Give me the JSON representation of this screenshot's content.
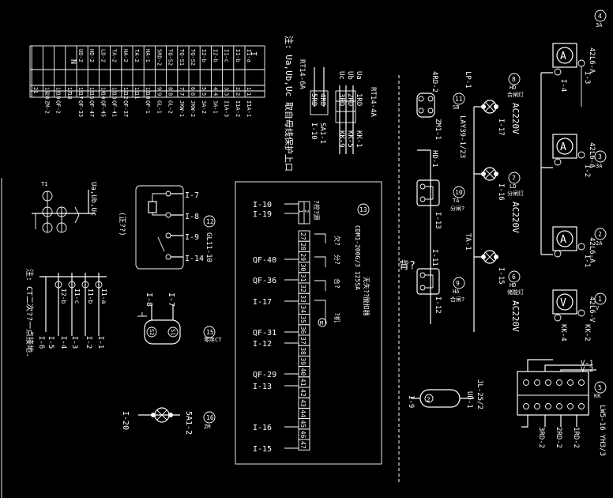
{
  "diagram": {
    "page_title": "背?",
    "meters": [
      {
        "num": "4",
        "type": "3A",
        "model": "42L6-A",
        "sym": "A",
        "t1": "I-3",
        "t2": "I-4"
      },
      {
        "num": "3",
        "type": "3A",
        "model": "42L6-A",
        "sym": "A",
        "t1": "I-2"
      },
      {
        "num": "2",
        "type": "2A",
        "model": "42L6-A",
        "sym": "A",
        "t1": "I-1"
      },
      {
        "num": "1",
        "type": "V",
        "model": "42L6-V",
        "sym": "V",
        "t1": "KK-2",
        "t2": "KK-4"
      }
    ],
    "lamps": [
      {
        "num": "8",
        "type": "HD",
        "desc": "合闸灯",
        "voltage": "AC220V",
        "left": "LP-1",
        "right": "I-17"
      },
      {
        "num": "7",
        "type": "LD",
        "desc": "分闸灯",
        "voltage": "AC220V",
        "right": "I-16"
      },
      {
        "num": "6",
        "type": "HD",
        "desc": "储能灯",
        "voltage": "AC220V",
        "left": "TA-1",
        "right": "I-15"
      }
    ],
    "buttons": [
      {
        "num": "11",
        "type": "SB",
        "model": "LAY39-1/23",
        "left": "4RD-2",
        "right": "ZM1-1"
      },
      {
        "num": "10",
        "type": "TA",
        "desc": "分闸?",
        "left": "HD-1",
        "right": "I-13"
      },
      {
        "num": "9",
        "type": "HA",
        "desc": "合闸?",
        "left": "I-11",
        "right": "I-12"
      }
    ],
    "switch_lw5": {
      "num": "5",
      "type": "KK",
      "model": "LW5-16 YH3/3",
      "v1": "V-1",
      "v2": "V-2",
      "b1": "1RD-2",
      "b2": "2RD-2",
      "b3": "3RD-2"
    },
    "switch_jl": {
      "model": "JL-25/2",
      "t1": "I-9",
      "t2": "UD-1"
    },
    "relay": {
      "num": "12",
      "model": "GL11-10",
      "terms": [
        "I-7",
        "I-8",
        "I-9",
        "I-14"
      ],
      "note": "(正??)"
    },
    "ct": {
      "num": "15",
      "type": "CT",
      "desc": "零序CT",
      "t1": "I-8",
      "t2": "I-7",
      "s1": "S1",
      "s2": "S2"
    },
    "lamp16": {
      "num": "16",
      "type": "ZM",
      "t1": "I-20",
      "t2": "5A1-2"
    },
    "tag_on_ct": "Ua,Ub,Uc",
    "ct_wires": [
      "I1-a",
      "I1-b",
      "I1-c",
      "I2-b"
    ],
    "ct_labels": [
      "I-1",
      "I-2",
      "I-3",
      "I-4",
      "I-5",
      "I-6"
    ],
    "ct_note": "注: CT二次??一点接地.",
    "fuses": {
      "title": "RT14-4A",
      "title2": "RT14-6A",
      "left": [
        "Ua",
        "Ub",
        "Uc"
      ],
      "mid": [
        "1RD",
        "2RD",
        "3RD"
      ],
      "right": [
        "KK-1",
        "KK-5",
        "KK-9"
      ],
      "low_mid": [
        "4RD",
        "5RD"
      ],
      "low_right": [
        "SA1-1",
        "I-10"
      ]
    },
    "fuse_note": "注: Ua,Ub,Uc 取自母线保护上口",
    "terminal": {
      "num": "13",
      "model": "CDM1-200G/3 125SA",
      "desc": "无失??脱扣器",
      "header_left": [
        "1",
        "2"
      ],
      "header_note": "?控?源",
      "cells": [
        "27",
        "28",
        "29",
        "30",
        "31",
        "32",
        "33",
        "34",
        "35",
        "36",
        "37",
        "38",
        "39",
        "40",
        "41",
        "42",
        "43",
        "44",
        "45",
        "46",
        "47"
      ],
      "notes": [
        "欠?",
        "分?",
        "合?",
        "?机"
      ],
      "wires": [
        "I-10",
        "I-19",
        "QF-40",
        "QF-36",
        "I-17",
        "QF-31",
        "I-12",
        "QF-29",
        "I-13",
        "I-16",
        "I-15"
      ]
    },
    "table": {
      "header_idx": "I",
      "header_n": "N",
      "rows": [
        {
          "l": "I1-a",
          "n": "1",
          "r": "1",
          "rr": "I1A-1"
        },
        {
          "l": "I1-b",
          "n": "2",
          "r": "2",
          "rr": "I1A-2"
        },
        {
          "l": "I1-c",
          "n": "3",
          "r": "3",
          "rr": "I1A-3"
        },
        {
          "l": "I2-b",
          "n": "4",
          "r": "4",
          "rr": "3A-1"
        },
        {
          "l": "I2-b",
          "n": "5",
          "r": "5",
          "rr": "3A-2"
        },
        {
          "l": "TQ-S2",
          "n": "6",
          "r": "6",
          "rr": "JKW-2"
        },
        {
          "l": "TQ-S1",
          "n": "7",
          "r": "7",
          "rr": "JKW-1"
        },
        {
          "l": "TQ-S2",
          "n": "8",
          "r": "8",
          "rr": "GL-2"
        },
        {
          "l": "5RD-2",
          "n": "9",
          "r": "9",
          "rr": "GL-1"
        },
        {
          "l": "HA-1",
          "n": "10",
          "r": "10",
          "rr": "QF-1"
        },
        {
          "l": "TA-2",
          "n": "11",
          "r": "11",
          "rr": ""
        },
        {
          "l": "HA-2",
          "n": "12",
          "r": "12",
          "rr": "QF-37"
        },
        {
          "l": "TA-2",
          "n": "13",
          "r": "13",
          "rr": "QF-41"
        },
        {
          "l": "LD-2",
          "n": "14",
          "r": "14",
          "rr": "QF-45"
        },
        {
          "l": "HD-2",
          "n": "15",
          "r": "15",
          "rr": "QF-47"
        },
        {
          "l": "UD-2",
          "n": "16",
          "r": "17",
          "rr": "QF-33"
        },
        {
          "l": "",
          "n": "17",
          "r": "18",
          "rr": ""
        },
        {
          "l": "",
          "n": "18",
          "r": "19",
          "rr": "QF-2"
        },
        {
          "l": "",
          "n": "19",
          "r": "20",
          "rr": "ZM-2"
        },
        {
          "l": "",
          "n": "21",
          "r": "",
          "rr": ""
        }
      ]
    }
  }
}
